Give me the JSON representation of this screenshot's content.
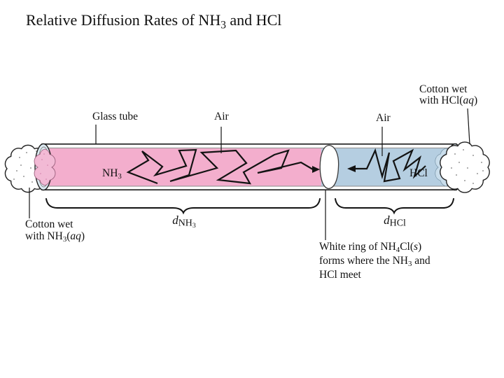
{
  "title": {
    "pre": "Relative Diffusion Rates of NH",
    "sub": "3",
    "post": " and HCl"
  },
  "callouts": {
    "glass_tube": "Glass tube",
    "air_left": "Air",
    "air_right": "Air",
    "cotton_hcl_line1": "Cotton wet",
    "cotton_hcl_line2_pre": "with HCl(",
    "cotton_hcl_line2_italic": "aq",
    "cotton_hcl_line2_post": ")",
    "cotton_nh3_line1": "Cotton wet",
    "cotton_nh3_line2_pre": "with NH",
    "cotton_nh3_line2_sub": "3",
    "cotton_nh3_line2_mid": "(",
    "cotton_nh3_line2_italic": "aq",
    "cotton_nh3_line2_post": ")"
  },
  "tube_labels": {
    "nh3_pre": "NH",
    "nh3_sub": "3",
    "hcl": "HCl"
  },
  "distances": {
    "d_nh3_d": "d",
    "d_nh3_main": "NH",
    "d_nh3_sub": "3",
    "d_hcl_d": "d",
    "d_hcl_main": "HCl"
  },
  "ring_caption": {
    "line1_pre": "White ring of NH",
    "line1_sub": "4",
    "line1_mid": "Cl(",
    "line1_italic": "s",
    "line1_post": ")",
    "line2_pre": "forms where the NH",
    "line2_sub": "3",
    "line2_post": " and",
    "line3": "HCl meet"
  },
  "colors": {
    "nh3_gas_fill": "#F3AECD",
    "hcl_gas_fill": "#B5CEE1",
    "glass_rim_fill": "#DCEAF2",
    "white_ring_fill": "#FFFFFF",
    "cotton_inner_pink": "#F2BAD5",
    "cotton_inner_blue": "#C9DDEB",
    "ink": "#151515"
  }
}
